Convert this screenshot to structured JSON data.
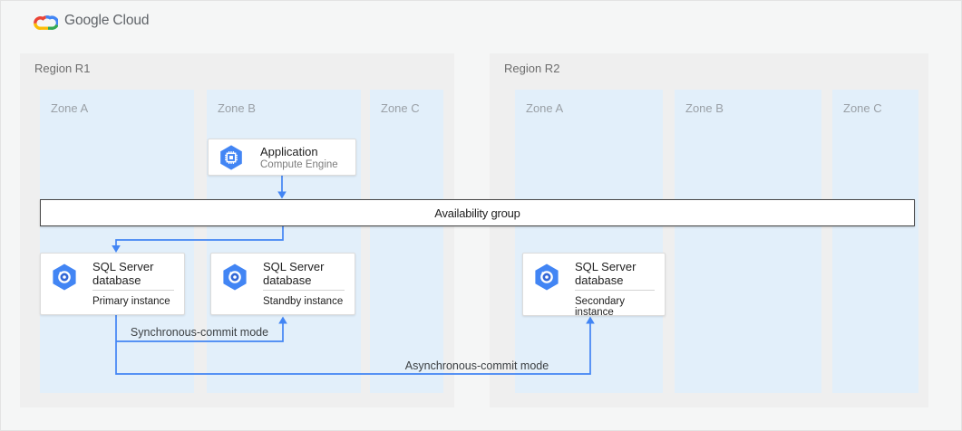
{
  "header": {
    "logo_part1": "Google",
    "logo_part2": "Cloud"
  },
  "regions": [
    {
      "label": "Region R1",
      "zones": [
        {
          "label": "Zone A"
        },
        {
          "label": "Zone B"
        },
        {
          "label": "Zone C"
        }
      ]
    },
    {
      "label": "Region R2",
      "zones": [
        {
          "label": "Zone A"
        },
        {
          "label": "Zone B"
        },
        {
          "label": "Zone C"
        }
      ]
    }
  ],
  "availability_group": {
    "label": "Availability group"
  },
  "nodes": {
    "application": {
      "title": "Application",
      "subtitle": "Compute Engine",
      "icon": "compute-engine-icon"
    },
    "primary_db": {
      "title": "SQL Server database",
      "instance": "Primary instance",
      "icon": "cloud-sql-icon"
    },
    "standby_db": {
      "title": "SQL Server database",
      "instance": "Standby instance",
      "icon": "cloud-sql-icon"
    },
    "secondary_db": {
      "title": "SQL Server database",
      "instance": "Secondary instance",
      "icon": "cloud-sql-icon"
    }
  },
  "edge_labels": {
    "sync": "Synchronous-commit mode",
    "async": "Asynchronous-commit mode"
  },
  "colors": {
    "arrow_blue": "#4285f4",
    "hexagon_blue": "#4285f4",
    "sql_inner_blue": "#3367d6",
    "zone_bg": "#e2effa",
    "region_bg": "#efefef",
    "page_bg": "#f5f6f6",
    "logo_red": "#ea4335",
    "logo_blue": "#4285f4",
    "logo_green": "#34a853",
    "logo_yellow": "#fbbc04"
  }
}
